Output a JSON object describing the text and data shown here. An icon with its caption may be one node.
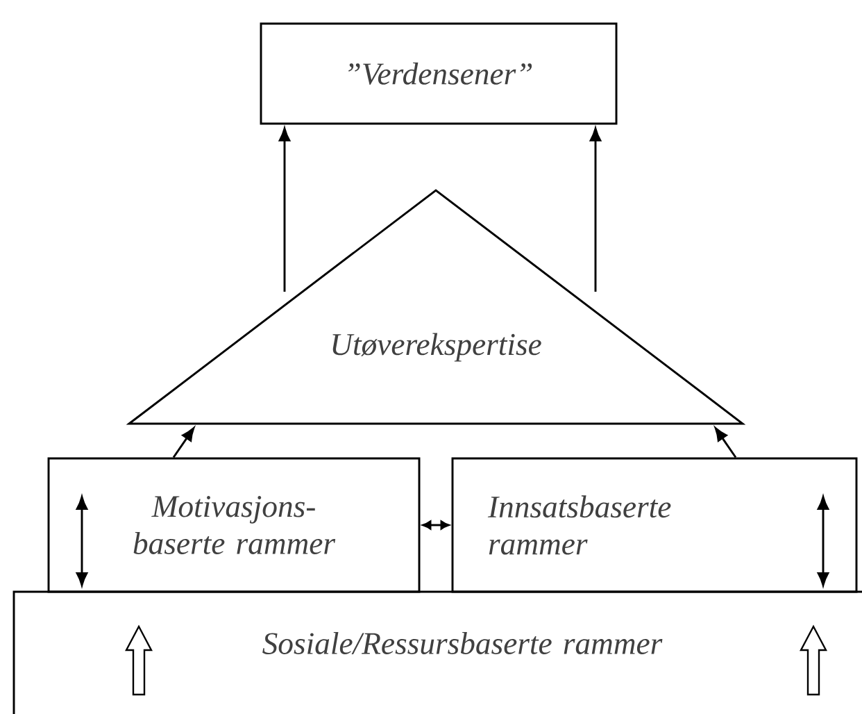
{
  "diagram": {
    "nodes": [
      {
        "text": [
          "”Verdensener”"
        ]
      },
      {
        "text": [
          "Utøverekspertise"
        ]
      },
      {
        "text": [
          "Motivasjons- baserte rammer"
        ]
      },
      {
        "text": [
          "Innsatsbaserte rammer"
        ]
      },
      {
        "text": [
          "Sosiale/Ressursbaserte rammer"
        ]
      }
    ],
    "edges": [
      {
        "from": 1,
        "to": 0,
        "arrow": "to"
      },
      {
        "from": 1,
        "to": 0,
        "arrow": "to"
      },
      {
        "from": 2,
        "to": 1,
        "arrow": "to"
      },
      {
        "from": 3,
        "to": 1,
        "arrow": "to"
      },
      {
        "from": 2,
        "to": 3,
        "arrow": "both"
      }
    ]
  }
}
